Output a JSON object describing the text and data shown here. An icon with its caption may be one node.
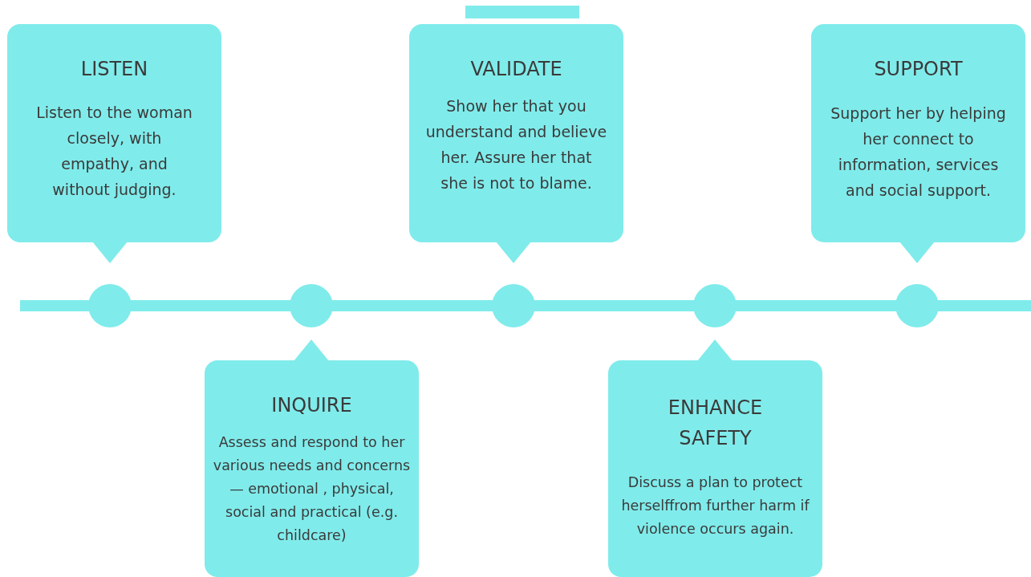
{
  "diagram": {
    "nodes": [
      {
        "text": [
          "LISTEN",
          "Listen to the woman closely, with empathy, and without judging."
        ]
      },
      {
        "text": [
          "INQUIRE",
          "Assess and respond to her various needs and concerns— emotional , physical, social and practical (e.g. childcare)"
        ]
      },
      {
        "text": [
          "VALIDATE",
          "Show her that you understand and believe her. Assure her that she is not to blame."
        ]
      },
      {
        "text": [
          "ENHANCE SAFETY",
          "Discuss a plan to protect herselffrom further harm if violence occurs again."
        ]
      },
      {
        "text": [
          "SUPPORT",
          "Support her by helping her connect to information, services and social support."
        ]
      }
    ]
  }
}
